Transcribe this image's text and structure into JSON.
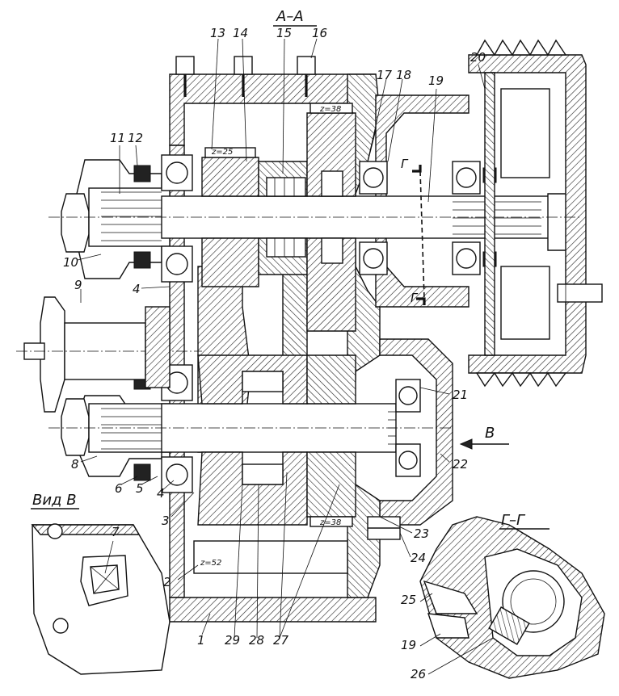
{
  "section_title": "А–А",
  "view_b_title": "Вид В",
  "section_gg_title": "Г–Г",
  "arrow_b_label": "В",
  "section_mark_g": "Г",
  "gear_teeth": {
    "z25": "z=25",
    "z38_top": "z=38",
    "z38_bottom": "z=38",
    "z52": "z=52"
  },
  "callouts": {
    "n1": "1",
    "n2": "2",
    "n3": "3",
    "n4a": "4",
    "n4b": "4",
    "n5": "5",
    "n6": "6",
    "n7": "7",
    "n8": "8",
    "n9": "9",
    "n10": "10",
    "n11": "11",
    "n12": "12",
    "n13": "13",
    "n14": "14",
    "n15": "15",
    "n16": "16",
    "n17": "17",
    "n18": "18",
    "n19a": "19",
    "n19b": "19",
    "n20": "20",
    "n21": "21",
    "n22": "22",
    "n23": "23",
    "n24": "24",
    "n25": "25",
    "n26": "26",
    "n27": "27",
    "n28": "28",
    "n29": "29"
  }
}
